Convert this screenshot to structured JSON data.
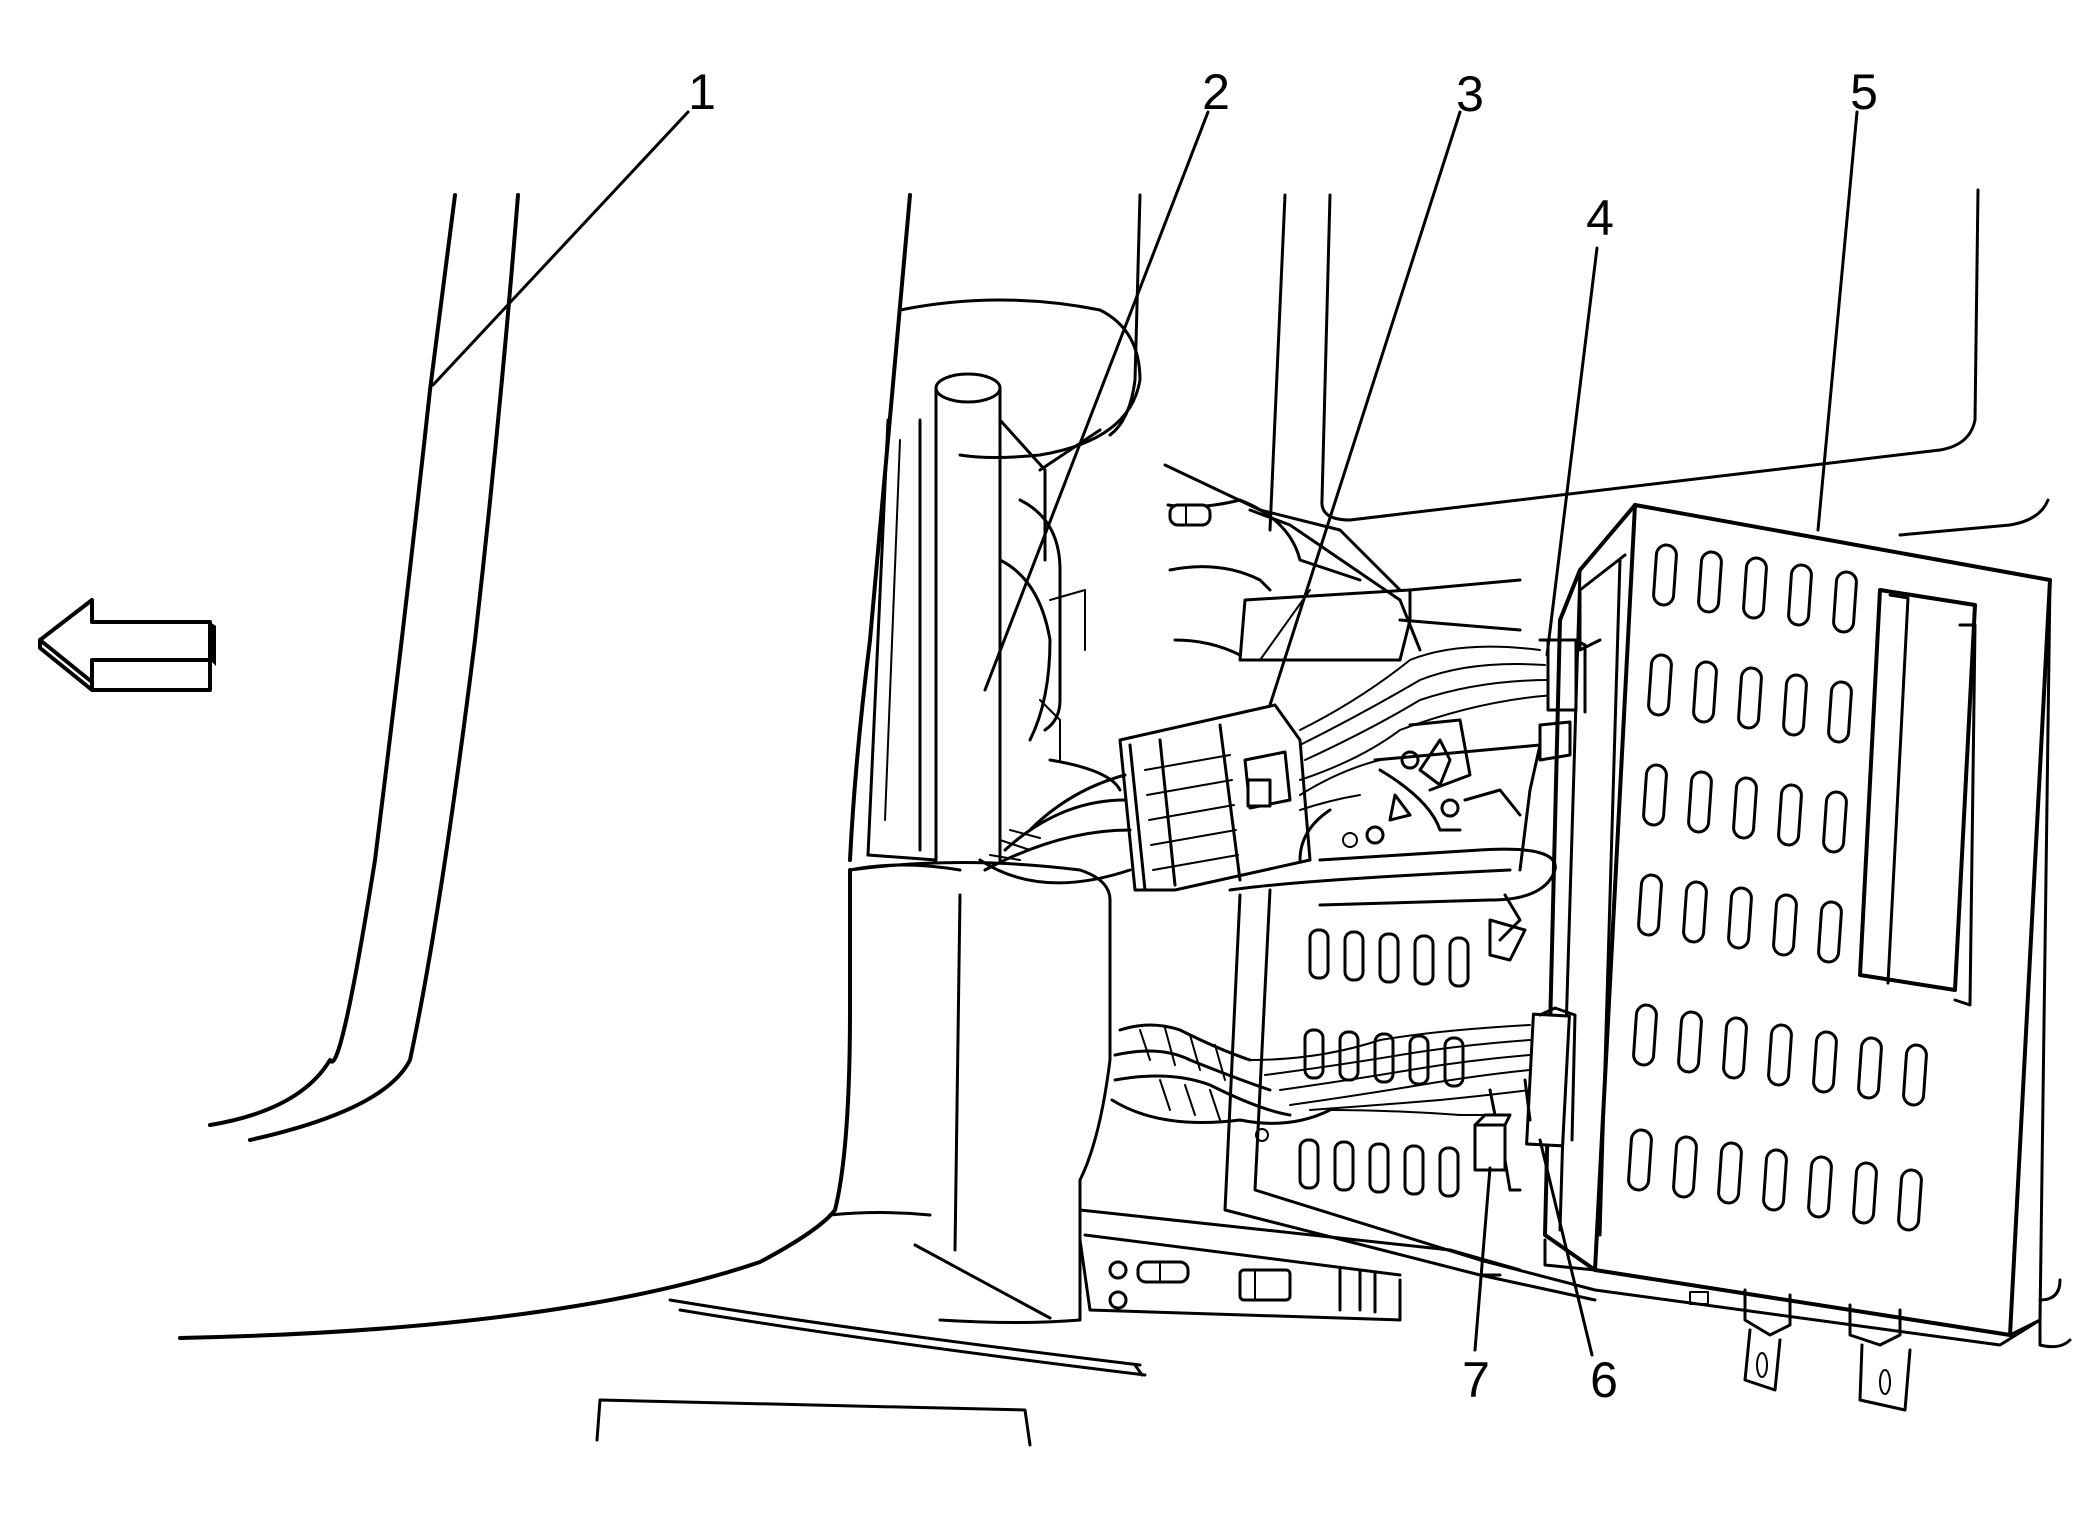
{
  "diagram": {
    "callouts": [
      {
        "id": "1",
        "label": "1"
      },
      {
        "id": "2",
        "label": "2"
      },
      {
        "id": "3",
        "label": "3"
      },
      {
        "id": "4",
        "label": "4"
      },
      {
        "id": "5",
        "label": "5"
      },
      {
        "id": "6",
        "label": "6"
      },
      {
        "id": "7",
        "label": "7"
      }
    ],
    "direction_arrow_icon": "arrow-left-icon"
  }
}
